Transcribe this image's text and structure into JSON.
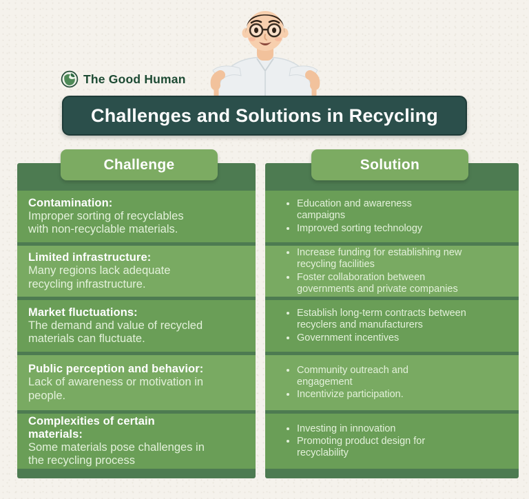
{
  "brand": {
    "name": "The Good Human"
  },
  "title": "Challenges and Solutions in Recycling",
  "columns": {
    "challenge_header": "Challenge",
    "solution_header": "Solution"
  },
  "rows": [
    {
      "challenge_title": "Contamination:",
      "challenge_body": "Improper sorting of recyclables\nwith non-recyclable materials.",
      "solutions": [
        "Education and awareness\ncampaigns",
        "Improved sorting technology"
      ]
    },
    {
      "challenge_title": "Limited infrastructure:",
      "challenge_body": "Many regions lack adequate\nrecycling infrastructure.",
      "solutions": [
        "Increase funding for establishing new\nrecycling facilities",
        "Foster collaboration between\ngovernments and private companies"
      ]
    },
    {
      "challenge_title": "Market fluctuations:",
      "challenge_body": "The demand and value of recycled\nmaterials can fluctuate.",
      "solutions": [
        "Establish long-term contracts between\nrecyclers and manufacturers",
        "Government incentives"
      ]
    },
    {
      "challenge_title": "Public perception and behavior:",
      "challenge_body": "Lack of awareness or motivation in\npeople.",
      "solutions": [
        "Community outreach and\nengagement",
        "Incentivize participation."
      ]
    },
    {
      "challenge_title": "Complexities of certain\nmaterials:",
      "challenge_body": "Some materials pose challenges in\nthe recycling process",
      "solutions": [
        "Investing in innovation",
        "Promoting product design for\nrecyclability"
      ]
    }
  ],
  "icons": {
    "logo_icon": "globe-leaf-icon",
    "illustration": "man-with-glasses-pointing-down"
  },
  "colors": {
    "background": "#f5f2ec",
    "title_bar": "#2b4f4b",
    "badge_green": "#7cab62",
    "column_green": "#4d7b51",
    "row_green_dark": "#6a9e57",
    "row_green_light": "#79aa62",
    "heading_text": "#ffffff",
    "body_text": "#e3f1da",
    "logo_text": "#1d4a33"
  }
}
